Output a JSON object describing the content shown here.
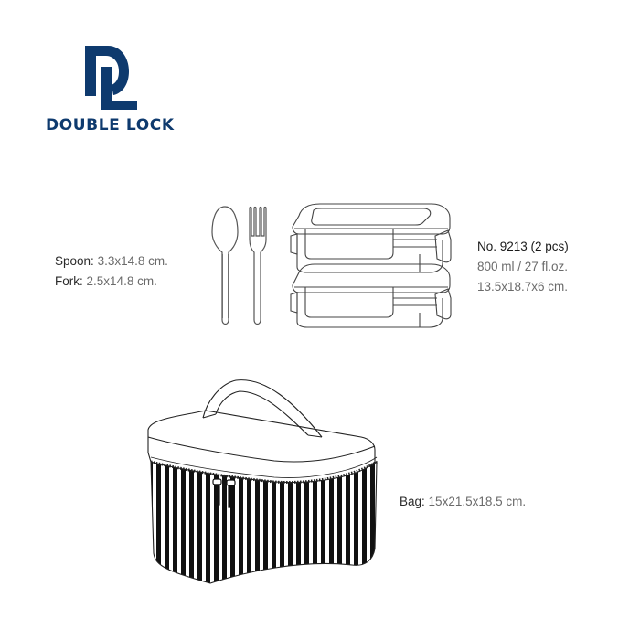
{
  "brand": {
    "monogram": "DL",
    "name": "DOUBLE LOCK",
    "color": "#0e3a6e"
  },
  "cutlery": {
    "spoon_label": "Spoon:",
    "spoon_value": "3.3x14.8 cm.",
    "fork_label": "Fork:",
    "fork_value": "2.5x14.8 cm."
  },
  "container": {
    "model": "No. 9213 (2 pcs)",
    "capacity": "800 ml / 27 fl.oz.",
    "dimensions": "13.5x18.7x6 cm."
  },
  "bag": {
    "label": "Bag:",
    "value": "15x21.5x18.5 cm."
  },
  "illustrations": {
    "cutlery": "spoon-and-fork-line-drawing",
    "containers": "two-stacked-food-containers-line-drawing",
    "bag": "striped-lunch-bag-line-drawing"
  }
}
